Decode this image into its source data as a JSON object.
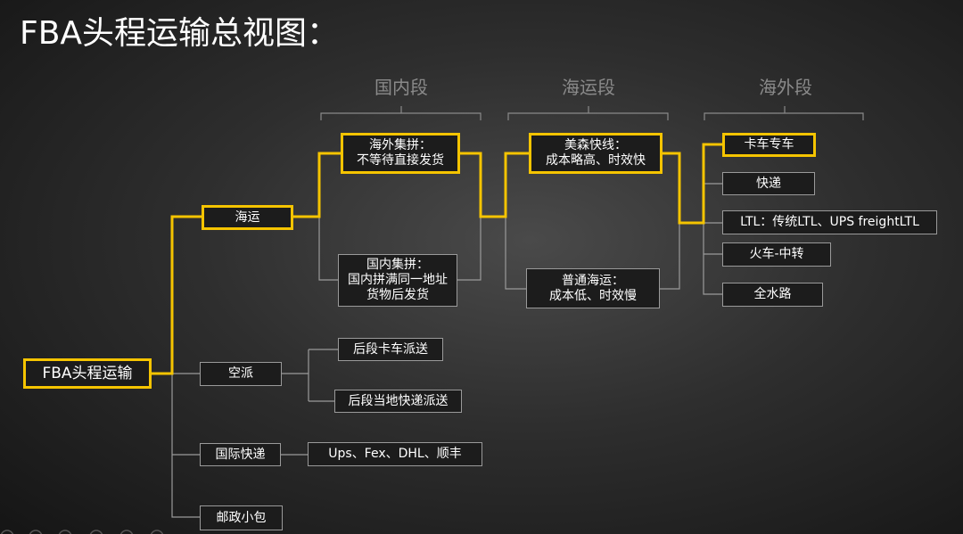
{
  "title": "FBA头程运输总视图：",
  "sections": {
    "domestic": "国内段",
    "ocean": "海运段",
    "overseas": "海外段"
  },
  "nodes": {
    "root": "FBA头程运输",
    "sea": "海运",
    "air": "空派",
    "express": "国际快递",
    "post": "邮政小包",
    "overseas_consol": "海外集拼：\n不等待直接发货",
    "domestic_consol": "国内集拼：\n国内拼满同一地址\n货物后发货",
    "matson": "美森快线：\n成本略高、时效快",
    "normal_sea": "普通海运：\n成本低、时效慢",
    "truck": "卡车专车",
    "courier": "快递",
    "ltl": "LTL：传统LTL、UPS freightLTL",
    "rail": "火车-中转",
    "all_water": "全水路",
    "air_truck": "后段卡车派送",
    "air_local": "后段当地快递派送",
    "carriers": "Ups、Fex、DHL、顺丰"
  },
  "colors": {
    "highlight": "#f5c400",
    "line": "#9a9a9a",
    "section": "#8a8a8a"
  }
}
